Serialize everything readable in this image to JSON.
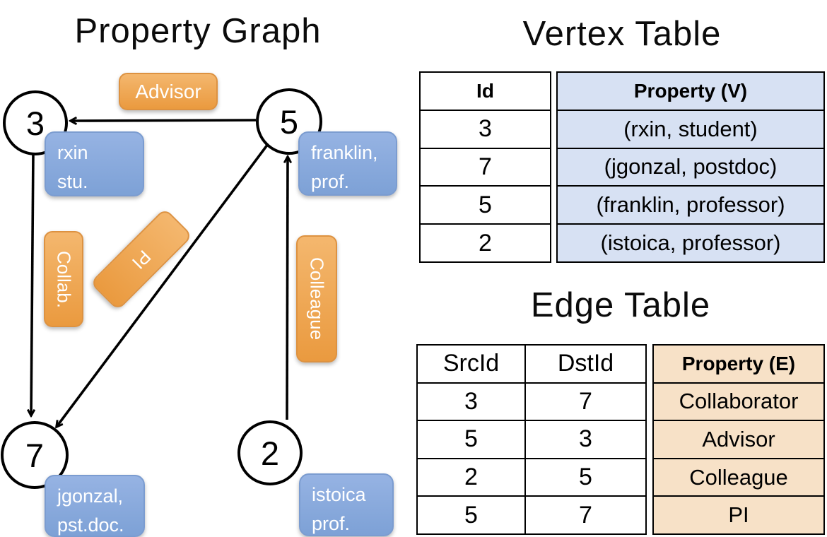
{
  "graph": {
    "title": "Property Graph",
    "nodes": [
      {
        "id": "3"
      },
      {
        "id": "5"
      },
      {
        "id": "7"
      },
      {
        "id": "2"
      }
    ],
    "vertex_boxes": [
      {
        "line1": "rxin",
        "line2": "stu."
      },
      {
        "line1": "franklin,",
        "line2": "prof."
      },
      {
        "line1": "jgonzal,",
        "line2": "pst.doc."
      },
      {
        "line1": "istoica",
        "line2": "prof."
      }
    ],
    "edge_labels": {
      "advisor": "Advisor",
      "collab": "Collab.",
      "pi": "PI",
      "colleague": "Colleague"
    }
  },
  "vertex_table": {
    "title": "Vertex Table",
    "columns": {
      "id": "Id",
      "property": "Property (V)"
    },
    "rows": [
      {
        "id": "3",
        "property": "(rxin, student)"
      },
      {
        "id": "7",
        "property": "(jgonzal, postdoc)"
      },
      {
        "id": "5",
        "property": "(franklin, professor)"
      },
      {
        "id": "2",
        "property": "(istoica, professor)"
      }
    ]
  },
  "edge_table": {
    "title": "Edge Table",
    "columns": {
      "src": "SrcId",
      "dst": "DstId",
      "property": "Property (E)"
    },
    "rows": [
      {
        "src": "3",
        "dst": "7",
        "property": "Collaborator"
      },
      {
        "src": "5",
        "dst": "3",
        "property": "Advisor"
      },
      {
        "src": "2",
        "dst": "5",
        "property": "Colleague"
      },
      {
        "src": "5",
        "dst": "7",
        "property": "PI"
      }
    ]
  },
  "colors": {
    "edge_box_fill": "#ee9f46",
    "edge_box_border": "#dd9241",
    "vertex_box_fill": "#84a7da",
    "vertex_box_border": "#7b9cd0",
    "vertex_cell_bg": "#d7e1f3",
    "edge_cell_bg": "#f7e1c7",
    "line_color": "#000000"
  }
}
